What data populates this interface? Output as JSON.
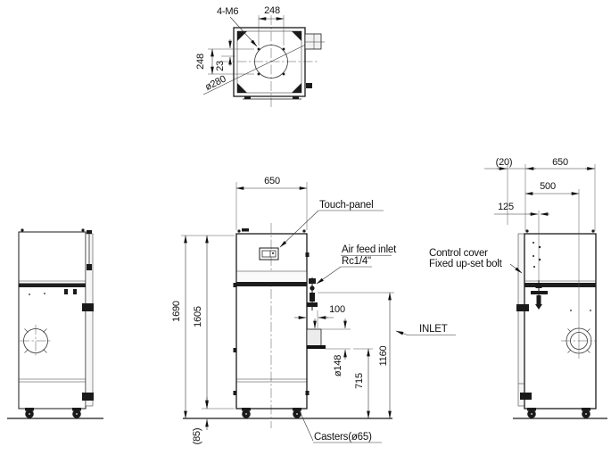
{
  "top_view": {
    "bolt_label": "4-M6",
    "dim_width_248": "248",
    "dim_height_248": "248",
    "dim_offset_23": "23",
    "dim_circle_dia": "ø280"
  },
  "front_view": {
    "dim_width_650": "650",
    "dim_total_height_1690": "1690",
    "dim_body_height_1605": "1605",
    "dim_caster_85": "(85)",
    "dim_inlet_proj_100": "100",
    "dim_inlet_dia_148": "ø148",
    "dim_inlet_height_715": "715",
    "dim_air_height_1160": "1160",
    "label_touch_panel": "Touch-panel",
    "label_air_feed_line1": "Air feed inlet",
    "label_air_feed_line2": "Rc1/4\"",
    "label_inlet": "INLET",
    "label_casters": "Casters(ø65)"
  },
  "right_view": {
    "dim_overhang_20": "(20)",
    "dim_depth_650": "650",
    "dim_500": "500",
    "dim_125": "125",
    "label_control_line1": "Control cover",
    "label_control_line2": "Fixed up-set bolt"
  },
  "colors": {
    "line": "#1a1a1a",
    "body_fill": "#ececec",
    "band": "#1e1e1e",
    "background": "#ffffff"
  }
}
